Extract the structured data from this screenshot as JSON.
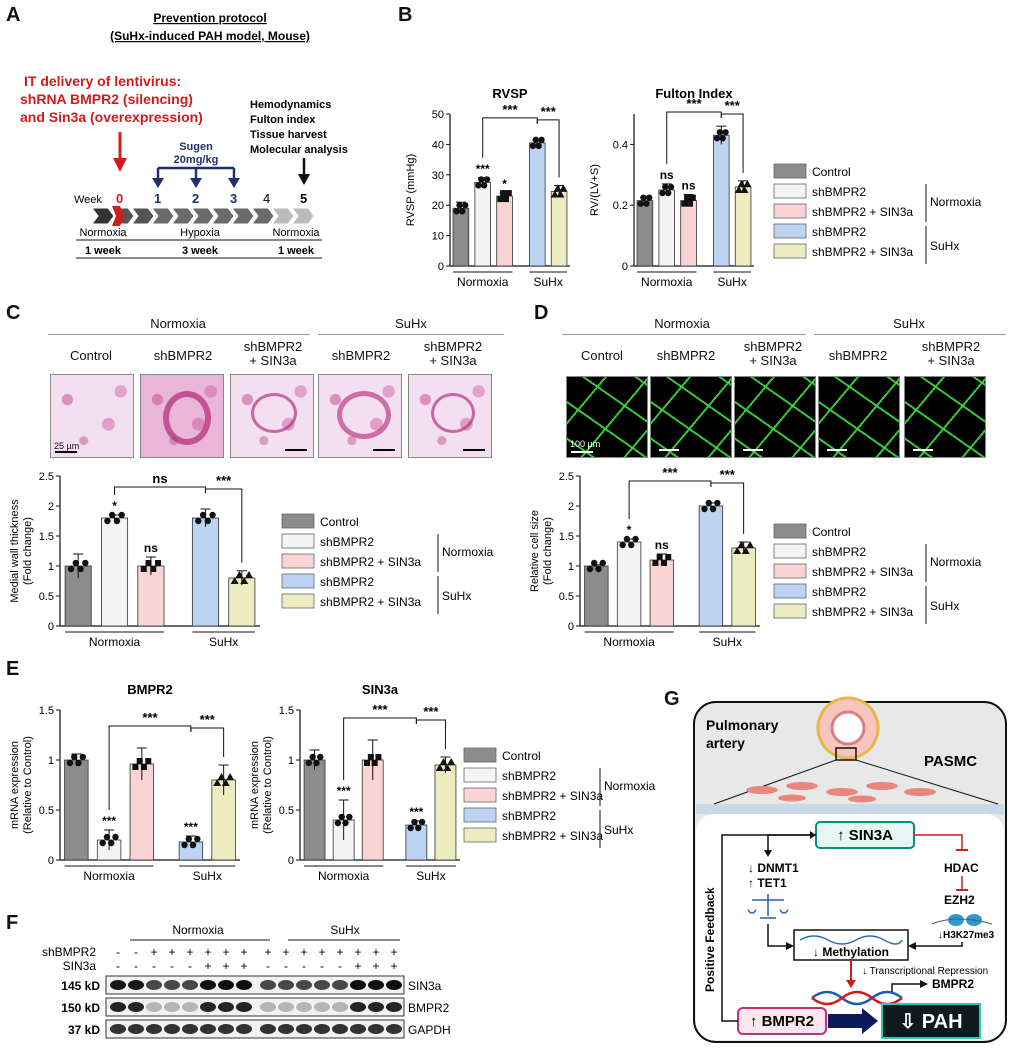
{
  "panel_labels": [
    "A",
    "B",
    "C",
    "D",
    "E",
    "F",
    "G"
  ],
  "colors": {
    "control": "#8c8c8c",
    "sh": "#f4f4f4",
    "shsin": "#fad4d4",
    "su_sh": "#bcd4f2",
    "su_shsin": "#ececc0",
    "red": "#d01c1c",
    "navy": "#1f2f70",
    "teal": "#0f8a7a"
  },
  "legend": {
    "items": [
      "Control",
      "shBMPR2",
      "shBMPR2 + SIN3a",
      "shBMPR2",
      "shBMPR2 + SIN3a"
    ],
    "groups": [
      "Normoxia",
      "SuHx"
    ]
  },
  "groups_x": [
    "Normoxia",
    "SuHx"
  ],
  "panel_a": {
    "title": "Prevention protocol",
    "subtitle": "(SuHx-induced PAH model, Mouse)",
    "it_lines": [
      "IT delivery of lentivirus:",
      "shRNA BMPR2 (silencing)",
      "and Sin3a (overexpression)"
    ],
    "endpoints": [
      "Hemodynamics",
      "Fulton index",
      "Tissue harvest",
      "Molecular analysis"
    ],
    "sugen": [
      "Sugen",
      "20mg/kg"
    ],
    "week_label": "Week",
    "weeks": [
      "0",
      "1",
      "2",
      "3",
      "4",
      "5"
    ],
    "phases": [
      "Normoxia",
      "Hypoxia",
      "Normoxia"
    ],
    "durations": [
      "1 week",
      "3 week",
      "1 week"
    ]
  },
  "panel_c": {
    "header": [
      "Normoxia",
      "SuHx"
    ],
    "cols": [
      "Control",
      "shBMPR2",
      "shBMPR2\n+ SIN3a",
      "shBMPR2",
      "shBMPR2\n+ SIN3a"
    ],
    "scale": "25 µm"
  },
  "panel_d": {
    "header": [
      "Normoxia",
      "SuHx"
    ],
    "cols": [
      "Control",
      "shBMPR2",
      "shBMPR2\n+ SIN3a",
      "shBMPR2",
      "shBMPR2\n+ SIN3a"
    ],
    "scale": "100 µm"
  },
  "panel_f": {
    "groups": [
      "Normoxia",
      "SuHx"
    ],
    "row_names": [
      "shBMPR2",
      "SIN3a"
    ],
    "sh": [
      "-",
      "-",
      "+",
      "+",
      "+",
      "+",
      "+",
      "+",
      "+",
      "+",
      "+",
      "+",
      "+",
      "+",
      "+",
      "+"
    ],
    "sin": [
      "-",
      "-",
      "-",
      "-",
      "-",
      "+",
      "+",
      "+",
      "-",
      "-",
      "-",
      "-",
      "-",
      "+",
      "+",
      "+"
    ],
    "kd": [
      "145 kD",
      "150 kD",
      "37 kD"
    ],
    "proteins": [
      "SIN3a",
      "BMPR2",
      "GAPDH"
    ]
  },
  "panel_g": {
    "artery": "Pulmonary artery",
    "pasmc": "PASMC",
    "sin3a": "↑ SIN3A",
    "dnmt": [
      "↓ DNMT1",
      "↑ TET1"
    ],
    "hdac": "HDAC",
    "ezh2": "EZH2",
    "h3": "↓H3K27me3",
    "methylation": "↓ Methylation",
    "repression": "↓ Transcriptional Repression",
    "bmpr2_gene": "BMPR2",
    "bmpr2_box": "↑ BMPR2",
    "pah": "⇩ PAH",
    "feedback": "Positive Feedback"
  },
  "chart_data": [
    {
      "id": "rvsp",
      "type": "bar",
      "title": "RVSP",
      "ylabel": "RVSP (mmHg)",
      "ylim": [
        0,
        50
      ],
      "yticks": [
        0,
        10,
        20,
        30,
        40,
        50
      ],
      "categories": [
        "Control",
        "shBMPR2",
        "shBMPR2 + SIN3a",
        "shBMPR2",
        "shBMPR2 + SIN3a"
      ],
      "values": [
        19,
        27.5,
        23,
        40.5,
        24.5
      ],
      "errors": [
        2,
        1.5,
        1,
        1,
        2
      ],
      "annotations": [
        "",
        "***",
        "*",
        "",
        ""
      ],
      "comparisons": [
        "***",
        "***"
      ]
    },
    {
      "id": "fulton",
      "type": "bar",
      "title": "Fulton Index",
      "ylabel": "RV/(LV+S)",
      "ylim": [
        0,
        0.5
      ],
      "yticks": [
        0,
        0.2,
        0.4
      ],
      "categories": [
        "Control",
        "shBMPR2",
        "shBMPR2 + SIN3a",
        "shBMPR2",
        "shBMPR2 + SIN3a"
      ],
      "values": [
        0.215,
        0.25,
        0.215,
        0.43,
        0.26
      ],
      "errors": [
        0.01,
        0.02,
        0.02,
        0.03,
        0.02
      ],
      "annotations": [
        "",
        "ns",
        "ns",
        "",
        ""
      ],
      "comparisons": [
        "***",
        "***"
      ]
    },
    {
      "id": "medial",
      "type": "bar",
      "title": "",
      "ylabel": "Medial wall thickness (Fold change)",
      "ylim": [
        0,
        2.5
      ],
      "yticks": [
        0,
        0.5,
        1,
        1.5,
        2,
        2.5
      ],
      "categories": [
        "Control",
        "shBMPR2",
        "shBMPR2 + SIN3a",
        "shBMPR2",
        "shBMPR2 + SIN3a"
      ],
      "values": [
        1.0,
        1.8,
        1.0,
        1.8,
        0.8
      ],
      "errors": [
        0.2,
        0.05,
        0.15,
        0.15,
        0.12
      ],
      "annotations": [
        "",
        "*",
        "ns",
        "",
        ""
      ],
      "comparisons": [
        "ns",
        "***"
      ]
    },
    {
      "id": "cellsize",
      "type": "bar",
      "title": "",
      "ylabel": "Relative cell size (Fold change)",
      "ylim": [
        0,
        2.5
      ],
      "yticks": [
        0,
        0.5,
        1,
        1.5,
        2,
        2.5
      ],
      "categories": [
        "Control",
        "shBMPR2",
        "shBMPR2 + SIN3a",
        "shBMPR2",
        "shBMPR2 + SIN3a"
      ],
      "values": [
        1.0,
        1.4,
        1.1,
        2.0,
        1.3
      ],
      "errors": [
        0.02,
        0.05,
        0.1,
        0.05,
        0.1
      ],
      "annotations": [
        "",
        "*",
        "ns",
        "",
        ""
      ],
      "comparisons": [
        "***",
        "***"
      ]
    },
    {
      "id": "bmpr2",
      "type": "bar",
      "title": "BMPR2",
      "ylabel": "mRNA expression (Relative to Control)",
      "ylim": [
        0,
        1.5
      ],
      "yticks": [
        0,
        0.5,
        1,
        1.5
      ],
      "categories": [
        "Control",
        "shBMPR2",
        "shBMPR2 + SIN3a",
        "shBMPR2",
        "shBMPR2 + SIN3a"
      ],
      "values": [
        1.0,
        0.2,
        0.96,
        0.18,
        0.8
      ],
      "errors": [
        0.06,
        0.1,
        0.16,
        0.06,
        0.15
      ],
      "annotations": [
        "",
        "***",
        "",
        "***",
        ""
      ],
      "comparisons": [
        "***",
        "***"
      ]
    },
    {
      "id": "sin3a",
      "type": "bar",
      "title": "SIN3a",
      "ylabel": "mRNA expression (Relative to Control)",
      "ylim": [
        0,
        1.5
      ],
      "yticks": [
        0,
        0.5,
        1,
        1.5
      ],
      "categories": [
        "Control",
        "shBMPR2",
        "shBMPR2 + SIN3a",
        "shBMPR2",
        "shBMPR2 + SIN3a"
      ],
      "values": [
        1.0,
        0.4,
        1.0,
        0.35,
        0.95
      ],
      "errors": [
        0.1,
        0.2,
        0.2,
        0.04,
        0.08
      ],
      "annotations": [
        "",
        "***",
        "",
        "***",
        ""
      ],
      "comparisons": [
        "***",
        "***"
      ]
    }
  ]
}
